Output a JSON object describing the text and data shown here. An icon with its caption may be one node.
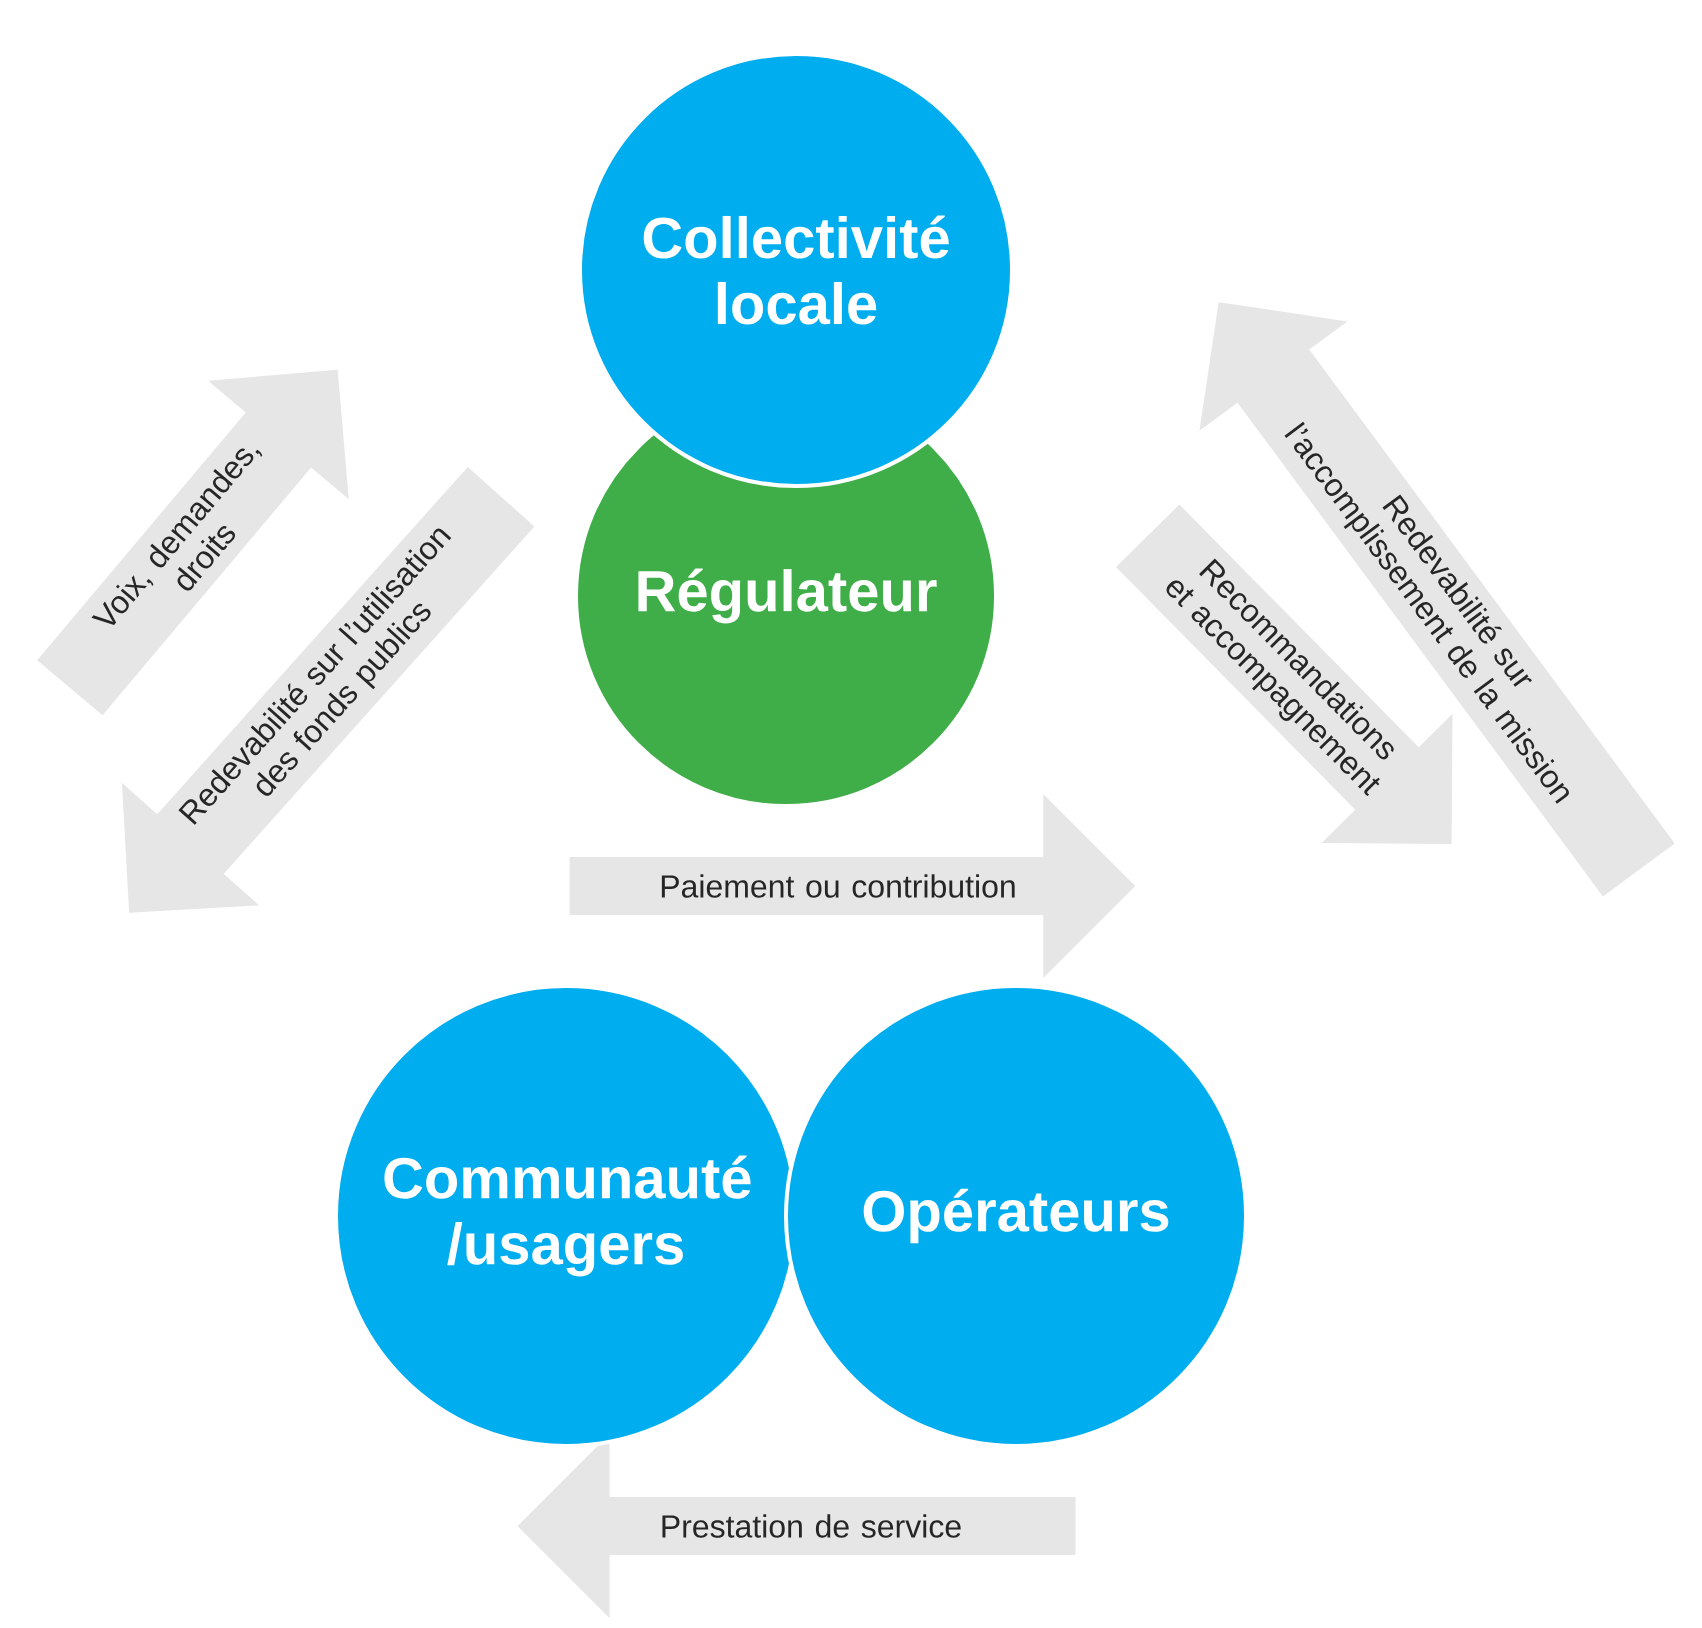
{
  "diagram": {
    "nodes": [
      {
        "text": [
          "Collectivité locale"
        ]
      },
      {
        "text": [
          "Régulateur"
        ]
      },
      {
        "text": [
          "Communauté /usagers"
        ]
      },
      {
        "text": [
          "Opérateurs"
        ]
      },
      {
        "text": [
          "Voix, demandes, droits"
        ]
      },
      {
        "text": [
          "Redevabilité sur l’utilisation des fonds publics"
        ]
      },
      {
        "text": [
          "Paiement ou contribution"
        ]
      },
      {
        "text": [
          "Recommandations et accompagnement"
        ]
      },
      {
        "text": [
          "Redevabilité sur l’accomplissement de la mission"
        ]
      },
      {
        "text": [
          "Prestation de service"
        ]
      }
    ]
  }
}
